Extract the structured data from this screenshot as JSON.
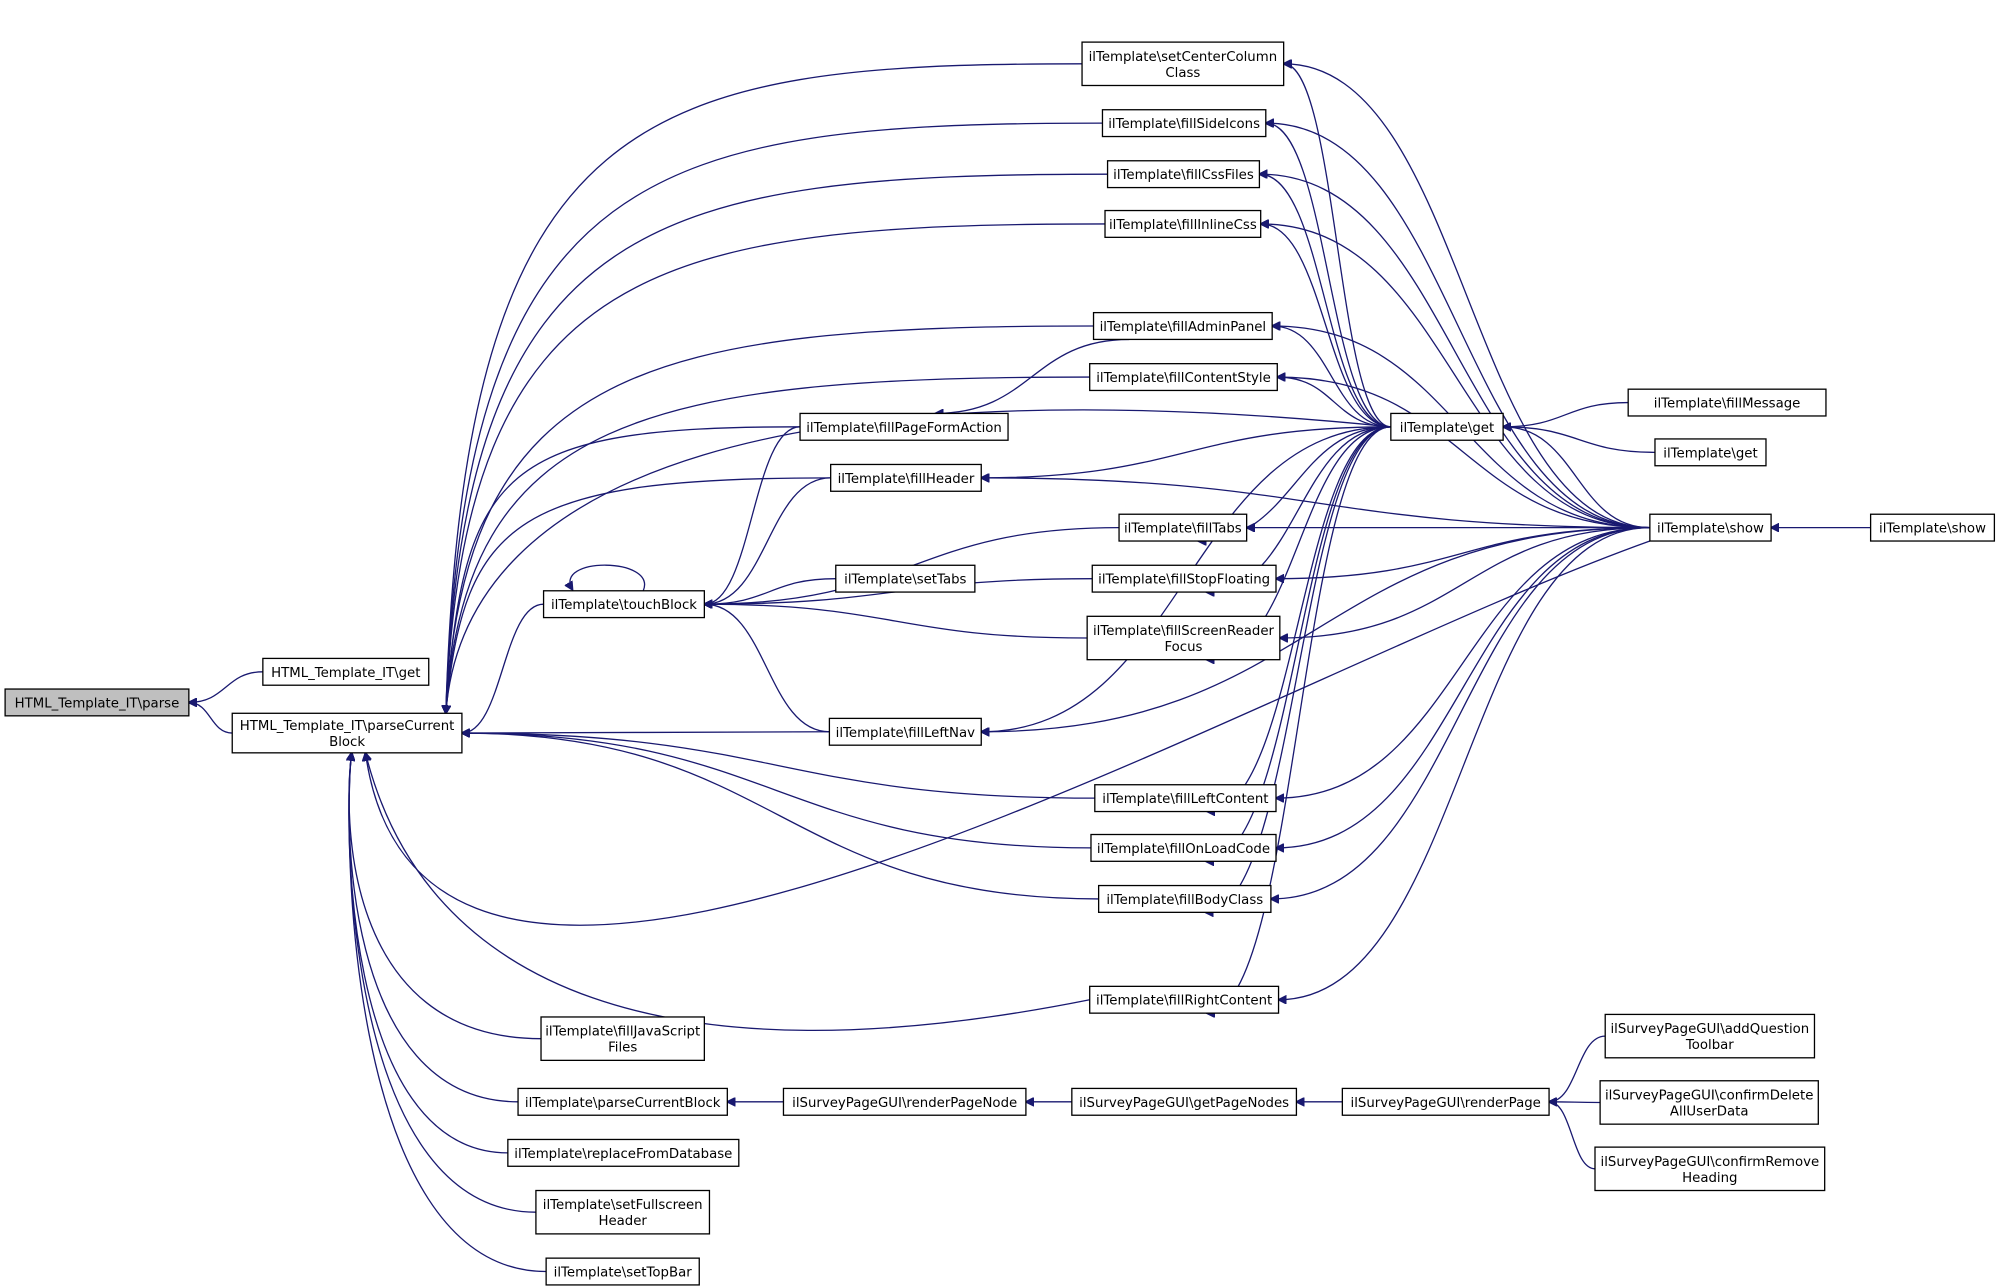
{
  "diagram": {
    "nodes": [
      {
        "id": "parse",
        "lines": [
          "HTML_Template_IT\\parse"
        ],
        "highlight": true
      },
      {
        "id": "it_get",
        "lines": [
          "HTML_Template_IT\\get"
        ]
      },
      {
        "id": "it_pcb",
        "lines": [
          "HTML_Template_IT\\parseCurrent",
          "Block"
        ]
      },
      {
        "id": "touchBlock",
        "lines": [
          "ilTemplate\\touchBlock"
        ]
      },
      {
        "id": "setCenterColumnClass",
        "lines": [
          "ilTemplate\\setCenterColumn",
          "Class"
        ]
      },
      {
        "id": "fillSideIcons",
        "lines": [
          "ilTemplate\\fillSideIcons"
        ]
      },
      {
        "id": "fillCssFiles",
        "lines": [
          "ilTemplate\\fillCssFiles"
        ]
      },
      {
        "id": "fillInlineCss",
        "lines": [
          "ilTemplate\\fillInlineCss"
        ]
      },
      {
        "id": "fillAdminPanel",
        "lines": [
          "ilTemplate\\fillAdminPanel"
        ]
      },
      {
        "id": "fillContentStyle",
        "lines": [
          "ilTemplate\\fillContentStyle"
        ]
      },
      {
        "id": "fillPageFormAction",
        "lines": [
          "ilTemplate\\fillPageFormAction"
        ]
      },
      {
        "id": "fillHeader",
        "lines": [
          "ilTemplate\\fillHeader"
        ]
      },
      {
        "id": "fillTabs",
        "lines": [
          "ilTemplate\\fillTabs"
        ]
      },
      {
        "id": "setTabs",
        "lines": [
          "ilTemplate\\setTabs"
        ]
      },
      {
        "id": "fillStopFloating",
        "lines": [
          "ilTemplate\\fillStopFloating"
        ]
      },
      {
        "id": "fillScreenReaderFocus",
        "lines": [
          "ilTemplate\\fillScreenReader",
          "Focus"
        ]
      },
      {
        "id": "fillLeftNav",
        "lines": [
          "ilTemplate\\fillLeftNav"
        ]
      },
      {
        "id": "fillLeftContent",
        "lines": [
          "ilTemplate\\fillLeftContent"
        ]
      },
      {
        "id": "fillOnLoadCode",
        "lines": [
          "ilTemplate\\fillOnLoadCode"
        ]
      },
      {
        "id": "fillBodyClass",
        "lines": [
          "ilTemplate\\fillBodyClass"
        ]
      },
      {
        "id": "fillRightContent",
        "lines": [
          "ilTemplate\\fillRightContent"
        ]
      },
      {
        "id": "fillJavaScriptFiles",
        "lines": [
          "ilTemplate\\fillJavaScript",
          "Files"
        ]
      },
      {
        "id": "il_parseCurrentBlock",
        "lines": [
          "ilTemplate\\parseCurrentBlock"
        ]
      },
      {
        "id": "replaceFromDatabase",
        "lines": [
          "ilTemplate\\replaceFromDatabase"
        ]
      },
      {
        "id": "setFullscreenHeader",
        "lines": [
          "ilTemplate\\setFullscreen",
          "Header"
        ]
      },
      {
        "id": "setTopBar",
        "lines": [
          "ilTemplate\\setTopBar"
        ]
      },
      {
        "id": "il_get",
        "lines": [
          "ilTemplate\\get"
        ]
      },
      {
        "id": "fillMessage",
        "lines": [
          "ilTemplate\\fillMessage"
        ]
      },
      {
        "id": "il_get2",
        "lines": [
          "ilTemplate\\get"
        ]
      },
      {
        "id": "il_show",
        "lines": [
          "ilTemplate\\show"
        ]
      },
      {
        "id": "il_show2",
        "lines": [
          "ilTemplate\\show"
        ]
      },
      {
        "id": "renderPageNode",
        "lines": [
          "ilSurveyPageGUI\\renderPageNode"
        ]
      },
      {
        "id": "getPageNodes",
        "lines": [
          "ilSurveyPageGUI\\getPageNodes"
        ]
      },
      {
        "id": "renderPage",
        "lines": [
          "ilSurveyPageGUI\\renderPage"
        ]
      },
      {
        "id": "addQuestionToolbar",
        "lines": [
          "ilSurveyPageGUI\\addQuestion",
          "Toolbar"
        ]
      },
      {
        "id": "confirmDeleteAllUserData",
        "lines": [
          "ilSurveyPageGUI\\confirmDelete",
          "AllUserData"
        ]
      },
      {
        "id": "confirmRemoveHeading",
        "lines": [
          "ilSurveyPageGUI\\confirmRemove",
          "Heading"
        ]
      }
    ]
  }
}
